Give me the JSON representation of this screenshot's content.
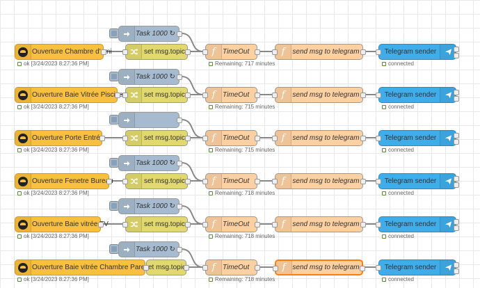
{
  "flows": [
    {
      "trigger": "Ouverture Chambre d'ami",
      "trigger_status": "ok [3/24/2023 8:27:36 PM]",
      "inject": "Task 1000 ↻",
      "change": "set msg.topic",
      "timeout": "TimeOut",
      "timeout_status": "Remaining: 717 minutes",
      "func": "send msg to telegram",
      "sender": "Telegram sender",
      "sender_status": "connected"
    },
    {
      "trigger": "Ouverture Baie Vitrée Piscine",
      "trigger_status": "ok [3/24/2023 8:27:36 PM]",
      "inject": "Task 1000 ↻",
      "change": "set msg.topic",
      "timeout": "TimeOut",
      "timeout_status": "Remaining: 715 minutes",
      "func": "send msg to telegram",
      "sender": "Telegram sender",
      "sender_status": "connected"
    },
    {
      "trigger": "Ouverture Porte Entrée",
      "trigger_status": "ok [3/24/2023 8:27:36 PM]",
      "inject": "",
      "change": "set msg.topic",
      "timeout": "TimeOut",
      "timeout_status": "Remaining: 715 minutes",
      "func": "send msg to telegram",
      "sender": "Telegram sender",
      "sender_status": "connected"
    },
    {
      "trigger": "Ouverture Fenetre Bureau",
      "trigger_status": "ok [3/24/2023 8:27:36 PM]",
      "inject": "Task 1000 ↻",
      "change": "set msg.topic",
      "timeout": "TimeOut",
      "timeout_status": "Remaining: 718 minutes",
      "func": "send msg to telegram",
      "sender": "Telegram sender",
      "sender_status": "connected"
    },
    {
      "trigger": "Ouverture Baie vitrée TV",
      "trigger_status": "ok [3/24/2023 8:27:36 PM]",
      "inject": "Task 1000 ↻",
      "change": "set msg.topic",
      "timeout": "TimeOut",
      "timeout_status": "Remaining: 718 minutes",
      "func": "send msg to telegram",
      "sender": "Telegram sender",
      "sender_status": "connected"
    },
    {
      "trigger": "Ouverture Baie vitrée Chambre Parents",
      "trigger_status": "ok [3/24/2023 8:27:36 PM]",
      "inject": "Task 1000 ↻",
      "change": "et msg.topic",
      "timeout": "TimeOut",
      "timeout_status": "Remaining: 718 minutes",
      "func": "send msg to telegram",
      "sender": "Telegram sender",
      "sender_status": "connected"
    }
  ],
  "colors": {
    "trigger": "#f9c03f",
    "inject": "#a6bbcf",
    "change": "#e2d96e",
    "function": "#fdd0a2",
    "telegram": "#3fadea",
    "selected": "#ff7f0e",
    "wire": "#888888"
  },
  "icons": {
    "trigger": "bird-icon",
    "inject": "arrow-right-icon",
    "change": "shuffle-icon",
    "function": "function-icon",
    "telegram": "send-icon"
  }
}
